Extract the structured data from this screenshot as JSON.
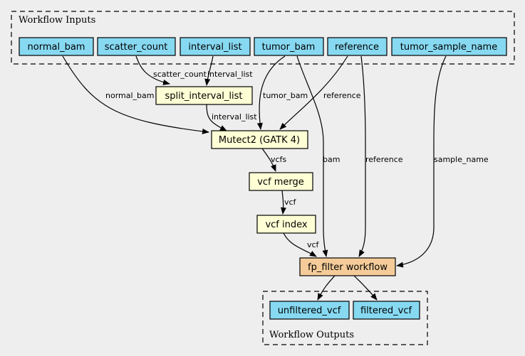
{
  "colors": {
    "background": "#eeeeee",
    "io_node": "#87d9f2",
    "task_node": "#ffffd5",
    "workflow_node": "#f5cc99",
    "stroke": "#000000"
  },
  "clusters": {
    "inputs_label": "Workflow Inputs",
    "outputs_label": "Workflow Outputs"
  },
  "nodes": {
    "normal_bam": "normal_bam",
    "scatter_count": "scatter_count",
    "interval_list": "interval_list",
    "tumor_bam": "tumor_bam",
    "reference": "reference",
    "tumor_sample_name": "tumor_sample_name",
    "split_interval_list": "split_interval_list",
    "mutect2": "Mutect2 (GATK 4)",
    "vcf_merge": "vcf merge",
    "vcf_index": "vcf index",
    "fp_filter": "fp_filter workflow",
    "unfiltered_vcf": "unfiltered_vcf",
    "filtered_vcf": "filtered_vcf"
  },
  "edge_labels": {
    "scatter_count": "scatter_count",
    "interval_list_in": "interval_list",
    "normal_bam": "normal_bam",
    "tumor_bam": "tumor_bam",
    "reference_mutect": "reference",
    "interval_list_out": "interval_list",
    "vcfs": "vcfs",
    "bam": "bam",
    "reference_fp": "reference",
    "sample_name": "sample_name",
    "vcf_merge_out": "vcf",
    "vcf_index_out": "vcf"
  }
}
